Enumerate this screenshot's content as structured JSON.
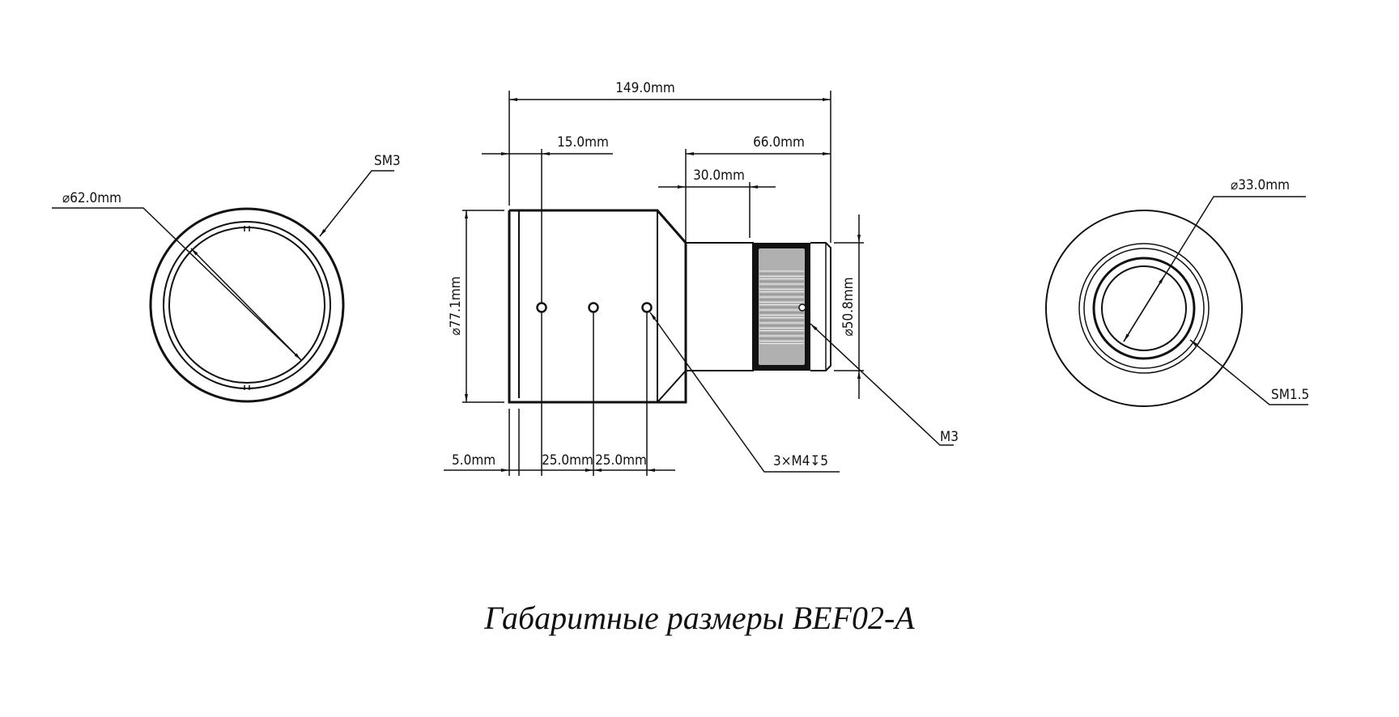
{
  "title": "Габаритные размеры BEF02-A",
  "views": {
    "left_end": {
      "diameter_label": "⌀62.0mm",
      "thread_label": "SM3"
    },
    "side": {
      "overall_length": "149.0mm",
      "dim_15": "15.0mm",
      "dim_66": "66.0mm",
      "dim_30": "30.0mm",
      "diameter_large": "⌀77.1mm",
      "diameter_small": "⌀50.8mm",
      "dim_5": "5.0mm",
      "dim_25a": "25.0mm",
      "dim_25b": "25.0mm",
      "holes_label": "3×M4↧5",
      "screw_label": "M3"
    },
    "right_end": {
      "diameter_label": "⌀33.0mm",
      "thread_label": "SM1.5"
    }
  },
  "colors": {
    "line": "#111111",
    "knurl": "#b0b0b0",
    "background": "#ffffff"
  }
}
